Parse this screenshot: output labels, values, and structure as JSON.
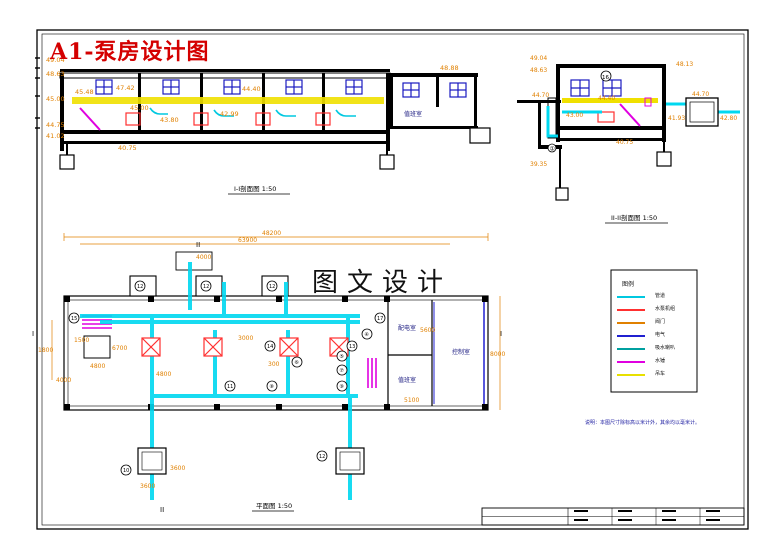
{
  "drawing": {
    "title": "A1-泵房设计图",
    "watermark": "图文设计",
    "note": "说明：本图尺寸除标高以米计外，其余均以毫米计。"
  },
  "section_1": {
    "caption": "I-I剖面图 1:50",
    "elevations": [
      "49.04",
      "48.63",
      "45.48",
      "45.00",
      "47.42",
      "45.00",
      "44.40",
      "43.80",
      "42.99",
      "44.75",
      "41.02",
      "40.75",
      "48.88"
    ],
    "label_gen_room": "值班室"
  },
  "section_2": {
    "caption": "II-II剖面图 1:50",
    "elevations": [
      "49.04",
      "48.63",
      "44.70",
      "44.40",
      "43.00",
      "44.70",
      "41.93",
      "42.80",
      "40.75",
      "39.35",
      "48.13"
    ],
    "label_circle": "①"
  },
  "plan": {
    "caption": "平面图 1:50",
    "dimensions": [
      "48200",
      "63900",
      "4000",
      "1800",
      "1500",
      "4800",
      "4800",
      "6700",
      "3000",
      "300",
      "5100",
      "4000",
      "8000",
      "5600",
      "3600",
      "3600"
    ],
    "rooms": [
      "配电室",
      "值班室",
      "控制室"
    ],
    "markers": [
      "①",
      "②",
      "③",
      "④",
      "⑤",
      "⑥",
      "⑦",
      "⑧",
      "⑨",
      "⑩",
      "⑪",
      "⑫",
      "⑬",
      "⑭",
      "⑮",
      "⑯",
      "⑰"
    ],
    "section_marks": [
      "I",
      "I",
      "II",
      "II"
    ]
  },
  "legend": {
    "title": "图例",
    "items": [
      {
        "label": "管道",
        "color": "#00c8e0"
      },
      {
        "label": "水泵机组",
        "color": "#ff3030"
      },
      {
        "label": "阀门",
        "color": "#e08000"
      },
      {
        "label": "电气",
        "color": "#2020d0"
      },
      {
        "label": "吸水喇叭",
        "color": "#00a0a0"
      },
      {
        "label": "水锤",
        "color": "#e000e0"
      },
      {
        "label": "吊车",
        "color": "#e8e000"
      }
    ]
  },
  "colors": {
    "frame": "#000000",
    "wall": "#1a1a1a",
    "pipe": "#00d8f0",
    "pump": "#ff3030",
    "dim": "#e08000",
    "crane": "#f0e000",
    "window": "#1a1ac0",
    "magenta": "#e000e0",
    "title": "#d40000"
  }
}
